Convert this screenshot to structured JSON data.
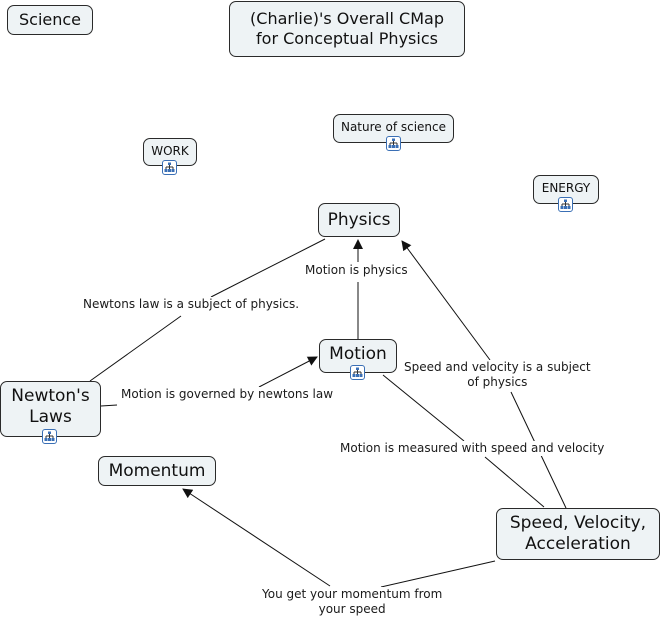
{
  "map": {
    "title": "(Charlie)'s Overall CMap\nfor Conceptual Physics",
    "colors": {
      "node_fill": "#eef3f5",
      "node_border": "#2a2a2a",
      "link": "#111111",
      "submap_icon": "#3a6fb5"
    },
    "concepts": {
      "science": {
        "label": "Science",
        "icon": null
      },
      "work": {
        "label": "WORK",
        "icon": "submap-icon"
      },
      "nature_of_science": {
        "label": "Nature of science",
        "icon": "submap-icon"
      },
      "energy": {
        "label": "ENERGY",
        "icon": "submap-icon"
      },
      "physics": {
        "label": "Physics",
        "icon": null
      },
      "motion": {
        "label": "Motion",
        "icon": "submap-icon"
      },
      "newtons_laws": {
        "label": "Newton's\nLaws",
        "icon": "submap-icon"
      },
      "momentum": {
        "label": "Momentum",
        "icon": null
      },
      "speed_velocity_acceleration": {
        "label": "Speed, Velocity,\nAcceleration",
        "icon": null
      }
    },
    "linking_phrases": {
      "motion_is_physics": "Motion is physics",
      "newtons_subject": "Newtons law is a subject of physics.",
      "motion_governed": "Motion is governed by newtons law",
      "speed_subject": "Speed and velocity is a subject\nof physics",
      "motion_measured": "Motion is measured with speed and velocity",
      "momentum_from_speed": "You get your momentum from\nyour speed"
    },
    "propositions": [
      {
        "from": "Motion",
        "phrase": "Motion is physics",
        "to": "Physics"
      },
      {
        "from": "Newton's Laws",
        "phrase": "Newtons law is a subject of physics.",
        "to": "Physics"
      },
      {
        "from": "Newton's Laws",
        "phrase": "Motion is governed by newtons law",
        "to": "Motion"
      },
      {
        "from": "Speed, Velocity, Acceleration",
        "phrase": "Speed and velocity is a subject of physics",
        "to": "Physics"
      },
      {
        "from": "Motion",
        "phrase": "Motion is measured with speed and velocity",
        "to": "Speed, Velocity, Acceleration"
      },
      {
        "from": "Speed, Velocity, Acceleration",
        "phrase": "You get your momentum from your speed",
        "to": "Momentum"
      }
    ]
  }
}
